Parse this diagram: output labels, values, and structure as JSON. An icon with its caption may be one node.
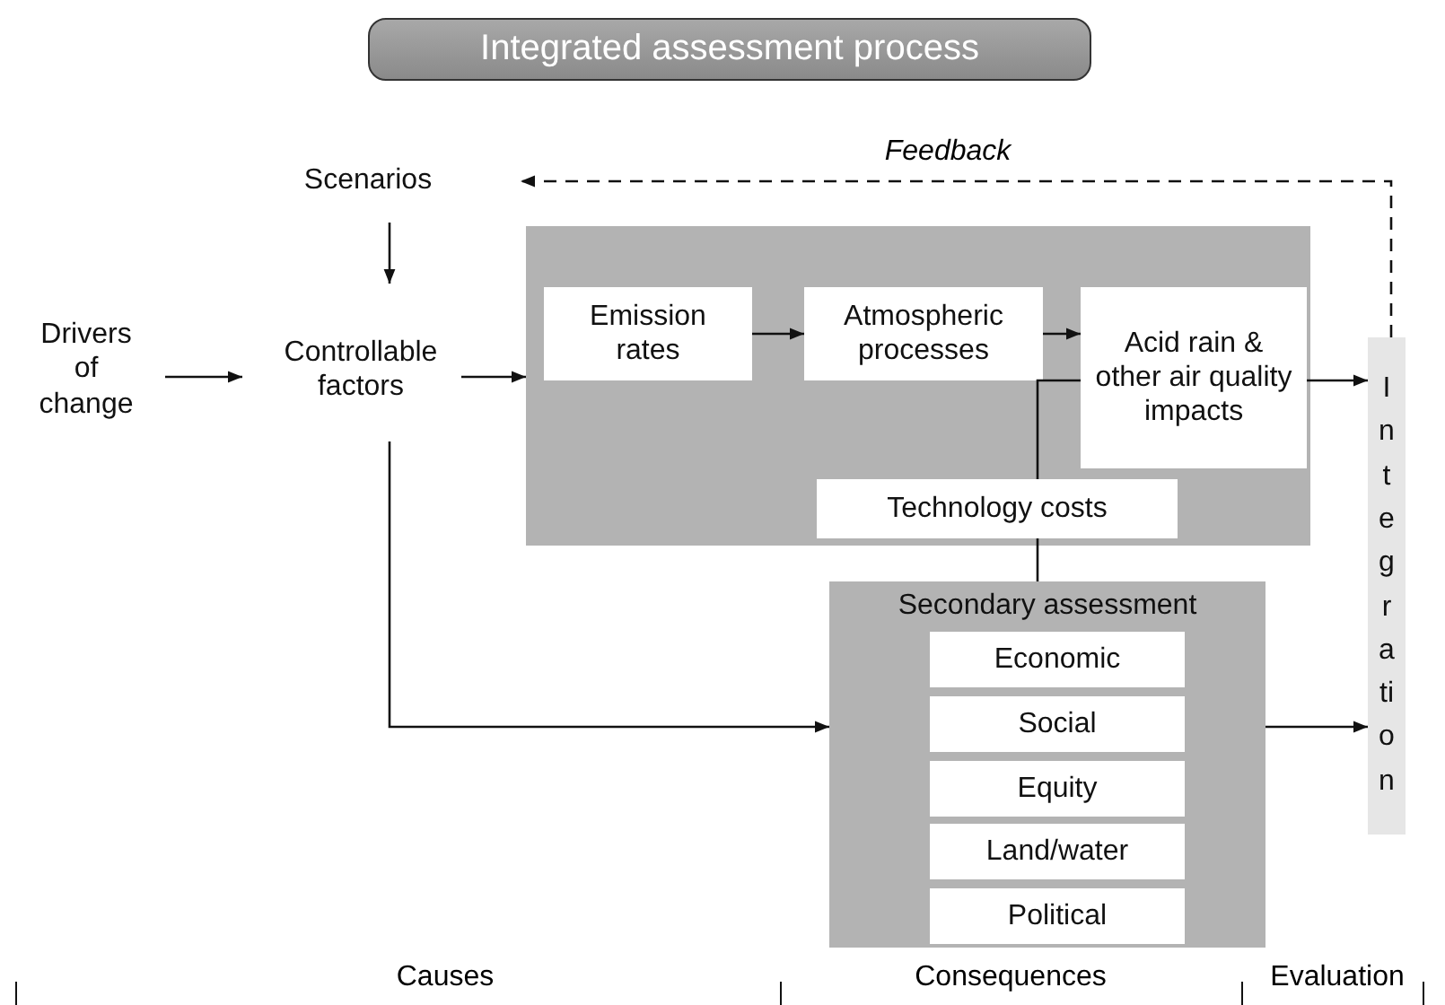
{
  "diagram": {
    "title": "Integrated assessment process",
    "nodes": [
      {
        "text": [
          "Scenarios"
        ]
      },
      {
        "text": [
          "Drivers of change"
        ]
      },
      {
        "text": [
          "Controllable factors"
        ]
      },
      {
        "text": [],
        "shape": "box"
      },
      {
        "text": [
          "Emission rates"
        ],
        "in": 3
      },
      {
        "text": [
          "Atmospheric processes"
        ],
        "in": 3
      },
      {
        "text": [
          "Acid rain & other air quality impacts"
        ],
        "in": 3
      },
      {
        "text": [
          "Technology costs"
        ],
        "in": 3
      },
      {
        "text": [
          "Secondary assessment"
        ]
      },
      {
        "text": [
          "Economic"
        ],
        "in": 8
      },
      {
        "text": [
          "Social"
        ],
        "in": 8
      },
      {
        "text": [
          "Equity"
        ],
        "in": 8
      },
      {
        "text": [
          "Land/water"
        ],
        "in": 8
      },
      {
        "text": [
          "Political"
        ],
        "in": 8
      },
      {
        "text": [
          "Integration"
        ]
      }
    ],
    "edges": [
      {
        "from": 0,
        "to": 2,
        "arrow": "to"
      },
      {
        "from": 1,
        "to": 2,
        "arrow": "to"
      },
      {
        "from": 2,
        "to": 3,
        "arrow": "to"
      },
      {
        "from": 4,
        "to": 5,
        "arrow": "to"
      },
      {
        "from": 5,
        "to": 6,
        "arrow": "to"
      },
      {
        "from": 6,
        "to": 14,
        "arrow": "to"
      },
      {
        "from": 14,
        "to": 0,
        "arrow": "to",
        "style": "dashed",
        "label": "Feedback"
      },
      {
        "from": 2,
        "to": 8,
        "arrow": "to"
      },
      {
        "from": 8,
        "to": 14,
        "arrow": "to"
      },
      {
        "from": 6,
        "to": 7,
        "arrow": "none"
      },
      {
        "from": 7,
        "to": 8,
        "arrow": "none"
      }
    ],
    "labels": [
      "Causes",
      "Consequences",
      "Evaluation"
    ]
  }
}
